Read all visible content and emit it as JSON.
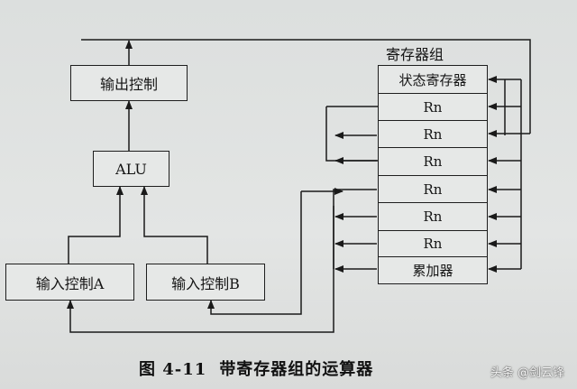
{
  "diagram": {
    "output_control": "输出控制",
    "alu": "ALU",
    "input_a": "输入控制A",
    "input_b": "输入控制B",
    "register_group_label": "寄存器组",
    "registers": [
      "状态寄存器",
      "Rn",
      "Rn",
      "Rn",
      "Rn",
      "Rn",
      "Rn",
      "累加器"
    ]
  },
  "caption": {
    "figure_number": "图 4-11",
    "title": "带寄存器组的运算器"
  },
  "watermark": "头条 @剑云锋"
}
